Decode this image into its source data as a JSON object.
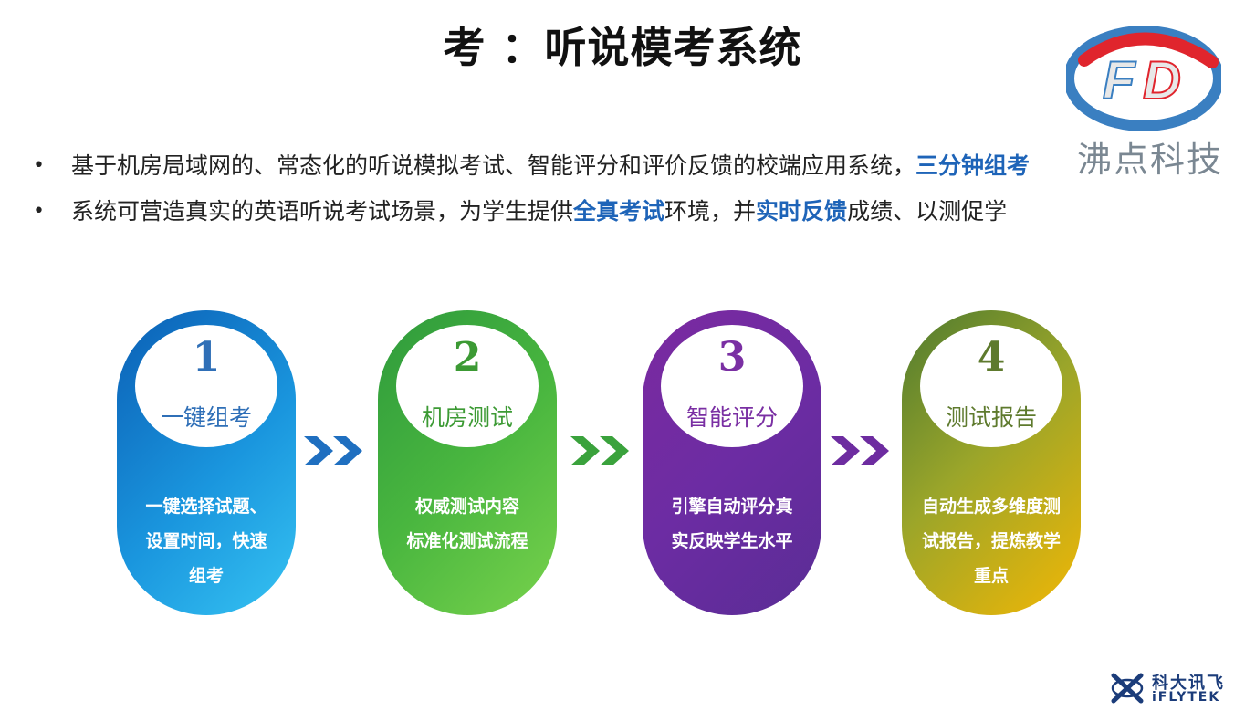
{
  "title": "考 ：听说模考系统",
  "logo": {
    "letters": "FD",
    "text": "沸点科技",
    "colors": {
      "blue": "#3a7fc1",
      "red": "#e0252d",
      "gray": "#7a8792"
    }
  },
  "bullets": [
    {
      "bullet": "•",
      "parts": [
        {
          "text": "基于机房局域网的、常态化的听说模拟考试、智能评分和评价反馈的校端应用系统，",
          "highlight": false
        },
        {
          "text": "三分钟组考",
          "highlight": true
        }
      ]
    },
    {
      "bullet": "•",
      "parts": [
        {
          "text": "系统可营造真实的英语听说考试场景，为学生提供",
          "highlight": false
        },
        {
          "text": "全真考试",
          "highlight": true
        },
        {
          "text": "环境，并",
          "highlight": false
        },
        {
          "text": "实时反馈",
          "highlight": true
        },
        {
          "text": "成绩、以测促学",
          "highlight": false
        }
      ]
    }
  ],
  "highlight_color": "#1e64b8",
  "steps": [
    {
      "number": "1",
      "name": "一键组考",
      "desc": [
        "一键选择试题、",
        "设置时间，快速",
        "组考"
      ],
      "color": "#1a8fd8"
    },
    {
      "number": "2",
      "name": "机房测试",
      "desc": [
        "权威测试内容",
        "标准化测试流程"
      ],
      "color": "#45b040"
    },
    {
      "number": "3",
      "name": "智能评分",
      "desc": [
        "引擎自动评分真",
        "实反映学生水平"
      ],
      "color": "#6f2ca0"
    },
    {
      "number": "4",
      "name": "测试报告",
      "desc": [
        "自动生成多维度测",
        "试报告，提炼教学",
        "重点"
      ],
      "color": "#c9a515"
    }
  ],
  "arrows": [
    {
      "icon": "double-chevron-right-icon",
      "color": "#1f6fc0"
    },
    {
      "icon": "double-chevron-right-icon",
      "color": "#3aa23c"
    },
    {
      "icon": "double-chevron-right-icon",
      "color": "#6d2ca0"
    }
  ],
  "footer_logo": {
    "cn": "科大讯飞",
    "en": "iFLYTEK"
  }
}
